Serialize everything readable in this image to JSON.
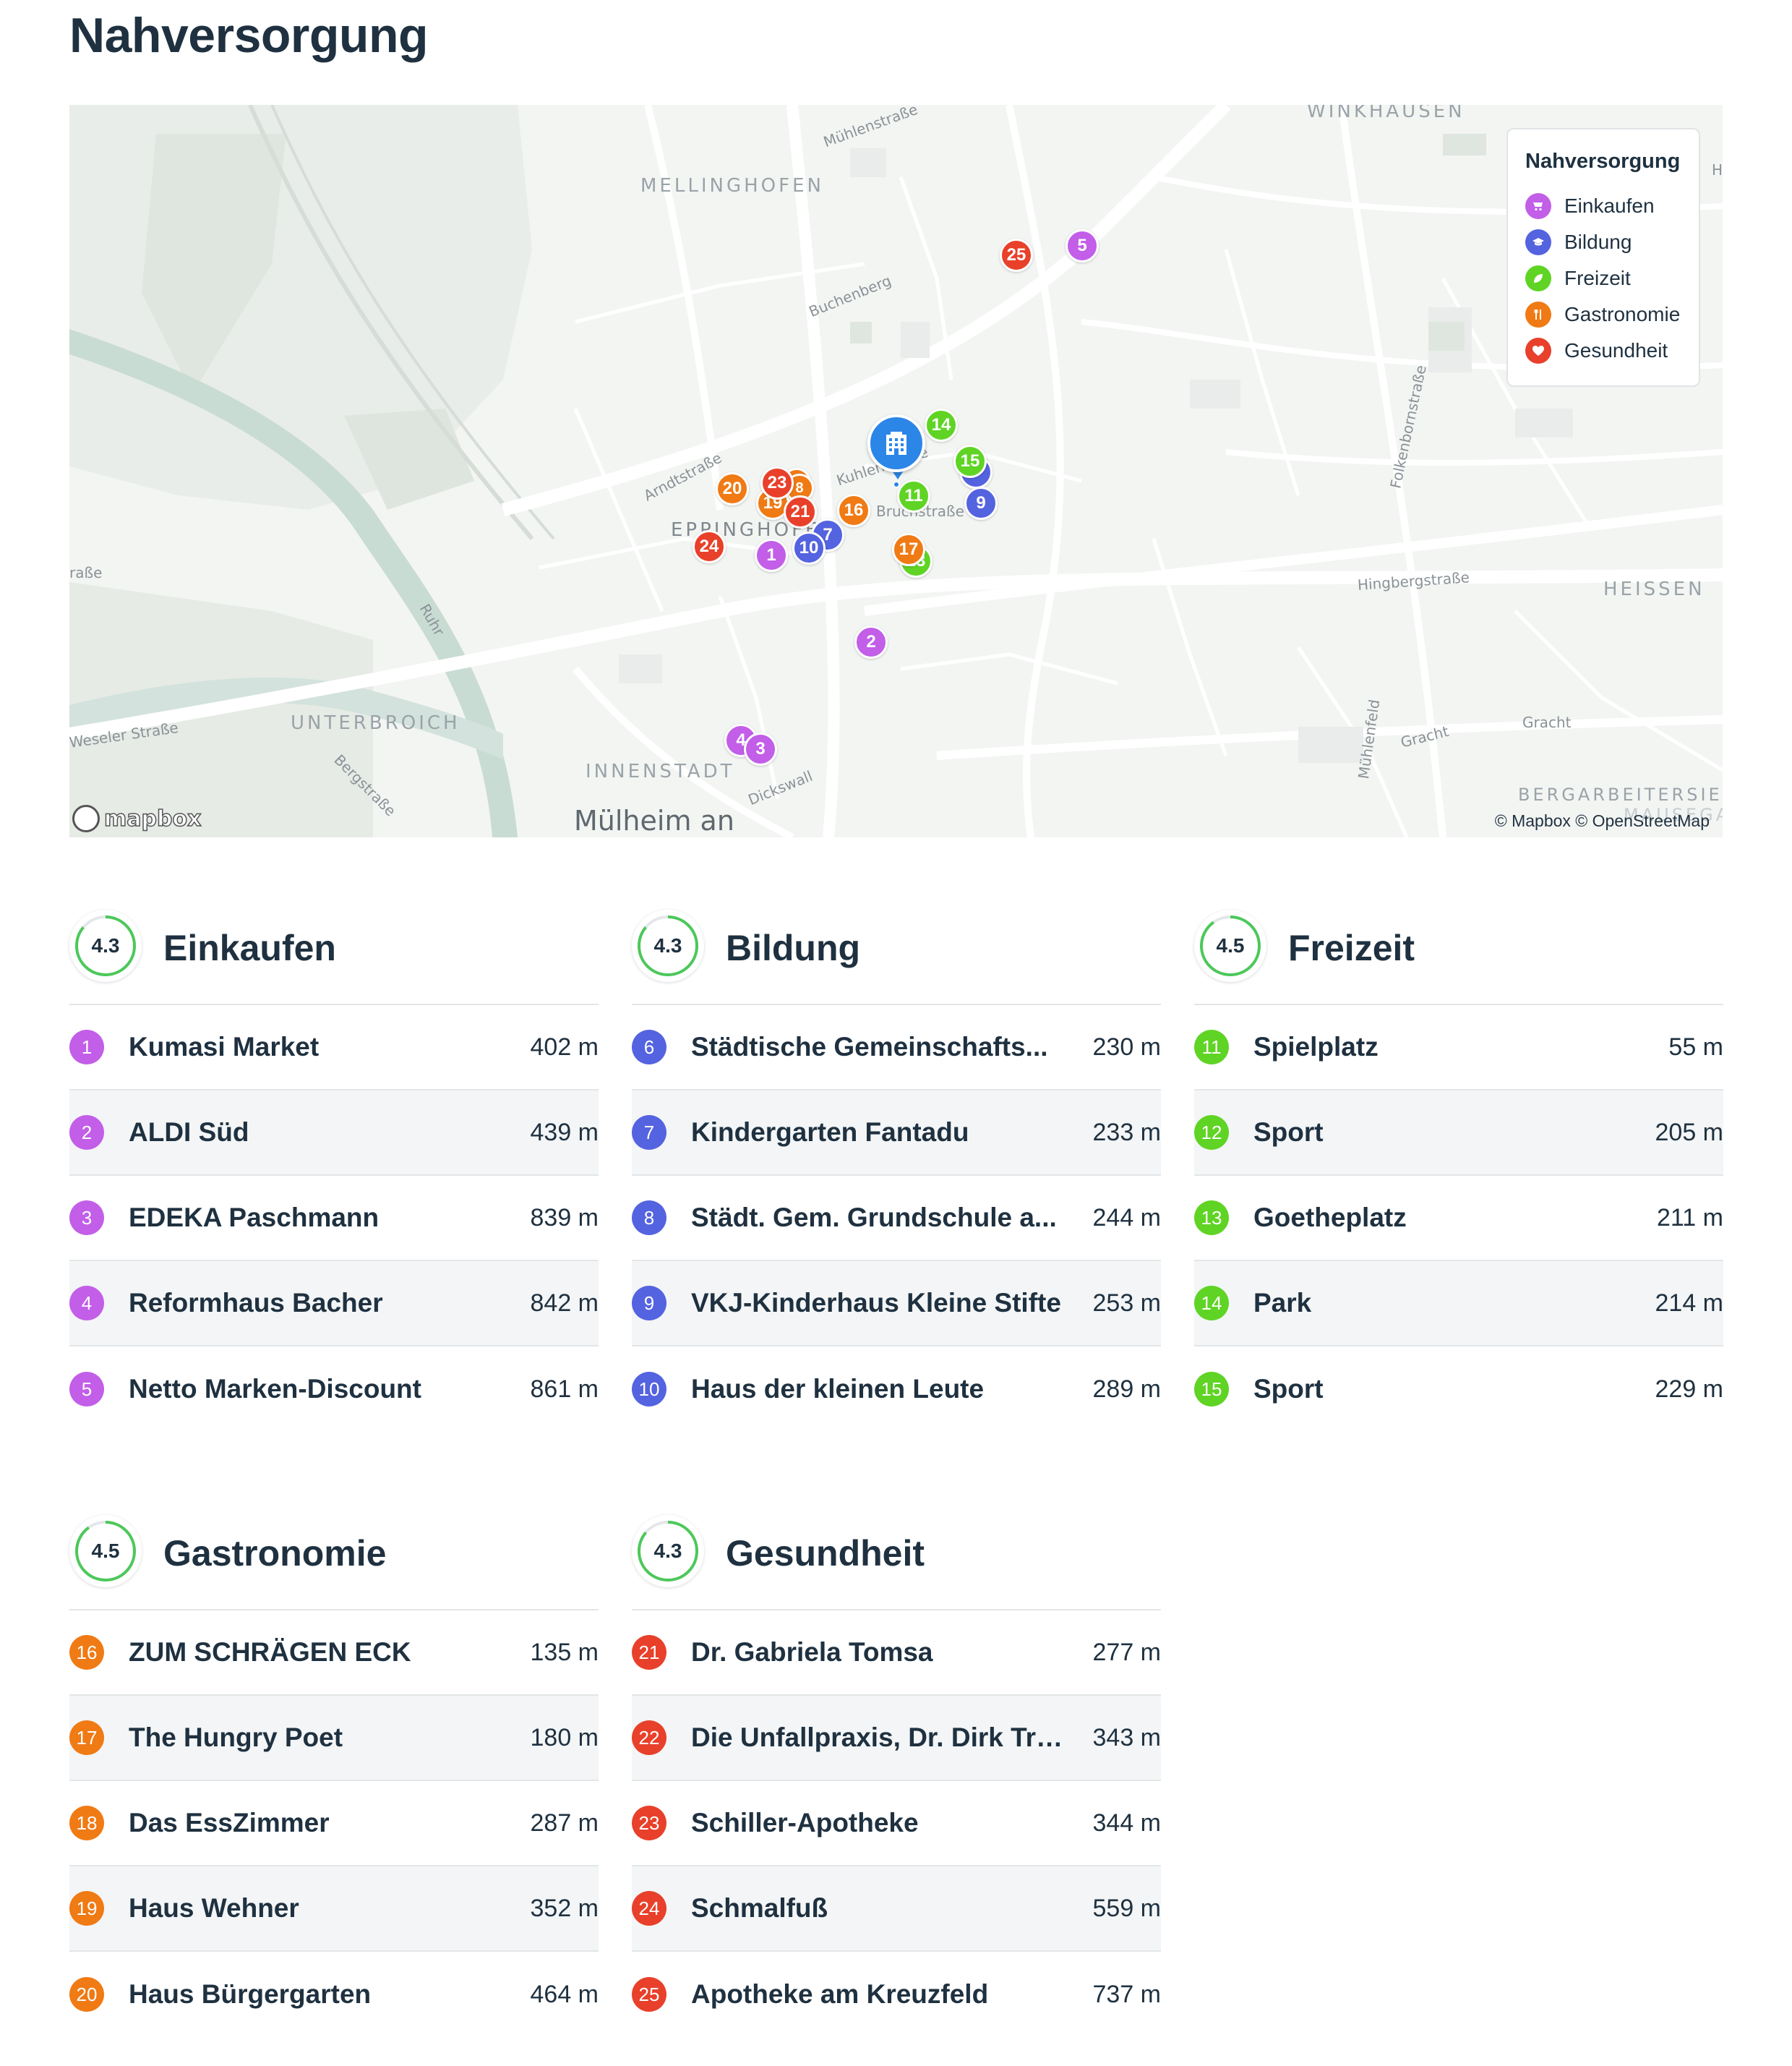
{
  "page": {
    "title": "Nahversorgung"
  },
  "map": {
    "area_labels": [
      "WINKHAUSEN",
      "MELLINGHOFEN",
      "EPPINGHOFEN",
      "HEISSEN",
      "UNTERBROICH",
      "INNENSTADT",
      "BERGARBEITERSIEDL",
      "MAUSEGATT"
    ],
    "street_labels": [
      "Mühlenstraße",
      "Buchenberg",
      "Arndtstraße",
      "Kuhlenstraße",
      "Bruchstraße",
      "Folkenbornstraße",
      "Hingbergstraße",
      "Ruhr",
      "Weseler Straße",
      "Bergstraße",
      "Dickswall",
      "Mühlenfeld",
      "Gracht",
      "Gracht",
      "raße",
      "H"
    ],
    "city_label": "Mülheim an",
    "attribution": "© Mapbox © OpenStreetMap",
    "logo_text": "mapbox",
    "home_icon": "building-icon",
    "legend": {
      "title": "Nahversorgung",
      "items": [
        {
          "label": "Einkaufen",
          "icon": "cart-icon",
          "color": "#c25ee8"
        },
        {
          "label": "Bildung",
          "icon": "graduation-cap-icon",
          "color": "#5463df"
        },
        {
          "label": "Freizeit",
          "icon": "leaf-icon",
          "color": "#5fd424"
        },
        {
          "label": "Gastronomie",
          "icon": "cutlery-icon",
          "color": "#f07a14"
        },
        {
          "label": "Gesundheit",
          "icon": "heart-icon",
          "color": "#e8402a"
        }
      ]
    },
    "pins": [
      {
        "n": "25",
        "cat": "gesundheit"
      },
      {
        "n": "5",
        "cat": "einkaufen"
      },
      {
        "n": "14",
        "cat": "freizeit"
      },
      {
        "n": "15",
        "cat": "freizeit"
      },
      {
        "n": "11",
        "cat": "freizeit"
      },
      {
        "n": "9",
        "cat": "bildung"
      },
      {
        "n": "20",
        "cat": "gastronomie"
      },
      {
        "n": "8",
        "cat": "bildung"
      },
      {
        "n": "23",
        "cat": "gesundheit"
      },
      {
        "n": "19",
        "cat": "gastronomie"
      },
      {
        "n": "21",
        "cat": "gesundheit"
      },
      {
        "n": "16",
        "cat": "gastronomie"
      },
      {
        "n": "24",
        "cat": "gesundheit"
      },
      {
        "n": "7",
        "cat": "bildung"
      },
      {
        "n": "10",
        "cat": "bildung"
      },
      {
        "n": "1",
        "cat": "einkaufen"
      },
      {
        "n": "13",
        "cat": "freizeit"
      },
      {
        "n": "17",
        "cat": "gastronomie"
      },
      {
        "n": "2",
        "cat": "einkaufen"
      },
      {
        "n": "4",
        "cat": "einkaufen"
      },
      {
        "n": "3",
        "cat": "einkaufen"
      }
    ]
  },
  "categories": [
    {
      "title": "Einkaufen",
      "score": "4.3",
      "score_fraction": 0.86,
      "color": "#c25ee8",
      "items": [
        {
          "n": "1",
          "name": "Kumasi Market",
          "dist": "402 m"
        },
        {
          "n": "2",
          "name": "ALDI Süd",
          "dist": "439 m"
        },
        {
          "n": "3",
          "name": "EDEKA Paschmann",
          "dist": "839 m"
        },
        {
          "n": "4",
          "name": "Reformhaus Bacher",
          "dist": "842 m"
        },
        {
          "n": "5",
          "name": "Netto Marken-Discount",
          "dist": "861 m"
        }
      ]
    },
    {
      "title": "Bildung",
      "score": "4.3",
      "score_fraction": 0.86,
      "color": "#5463df",
      "items": [
        {
          "n": "6",
          "name": "Städtische Gemeinschafts...",
          "dist": "230 m"
        },
        {
          "n": "7",
          "name": "Kindergarten Fantadu",
          "dist": "233 m"
        },
        {
          "n": "8",
          "name": "Städt. Gem. Grundschule a...",
          "dist": "244 m"
        },
        {
          "n": "9",
          "name": "VKJ-Kinderhaus Kleine Stifte",
          "dist": "253 m"
        },
        {
          "n": "10",
          "name": "Haus der kleinen Leute",
          "dist": "289 m"
        }
      ]
    },
    {
      "title": "Freizeit",
      "score": "4.5",
      "score_fraction": 0.9,
      "color": "#5fd424",
      "items": [
        {
          "n": "11",
          "name": "Spielplatz",
          "dist": "55 m"
        },
        {
          "n": "12",
          "name": "Sport",
          "dist": "205 m"
        },
        {
          "n": "13",
          "name": "Goetheplatz",
          "dist": "211 m"
        },
        {
          "n": "14",
          "name": "Park",
          "dist": "214 m"
        },
        {
          "n": "15",
          "name": "Sport",
          "dist": "229 m"
        }
      ]
    },
    {
      "title": "Gastronomie",
      "score": "4.5",
      "score_fraction": 0.9,
      "color": "#f07a14",
      "items": [
        {
          "n": "16",
          "name": "ZUM SCHRÄGEN ECK",
          "dist": "135 m"
        },
        {
          "n": "17",
          "name": "The Hungry Poet",
          "dist": "180 m"
        },
        {
          "n": "18",
          "name": "Das EssZimmer",
          "dist": "287 m"
        },
        {
          "n": "19",
          "name": "Haus Wehner",
          "dist": "352 m"
        },
        {
          "n": "20",
          "name": "Haus Bürgergarten",
          "dist": "464 m"
        }
      ]
    },
    {
      "title": "Gesundheit",
      "score": "4.3",
      "score_fraction": 0.86,
      "color": "#e8402a",
      "items": [
        {
          "n": "21",
          "name": "Dr. Gabriela Tomsa",
          "dist": "277 m"
        },
        {
          "n": "22",
          "name": "Die Unfallpraxis, Dr. Dirk Tra...",
          "dist": "343 m"
        },
        {
          "n": "23",
          "name": "Schiller-Apotheke",
          "dist": "344 m"
        },
        {
          "n": "24",
          "name": "Schmalfuß",
          "dist": "559 m"
        },
        {
          "n": "25",
          "name": "Apotheke am Kreuzfeld",
          "dist": "737 m"
        }
      ]
    }
  ]
}
